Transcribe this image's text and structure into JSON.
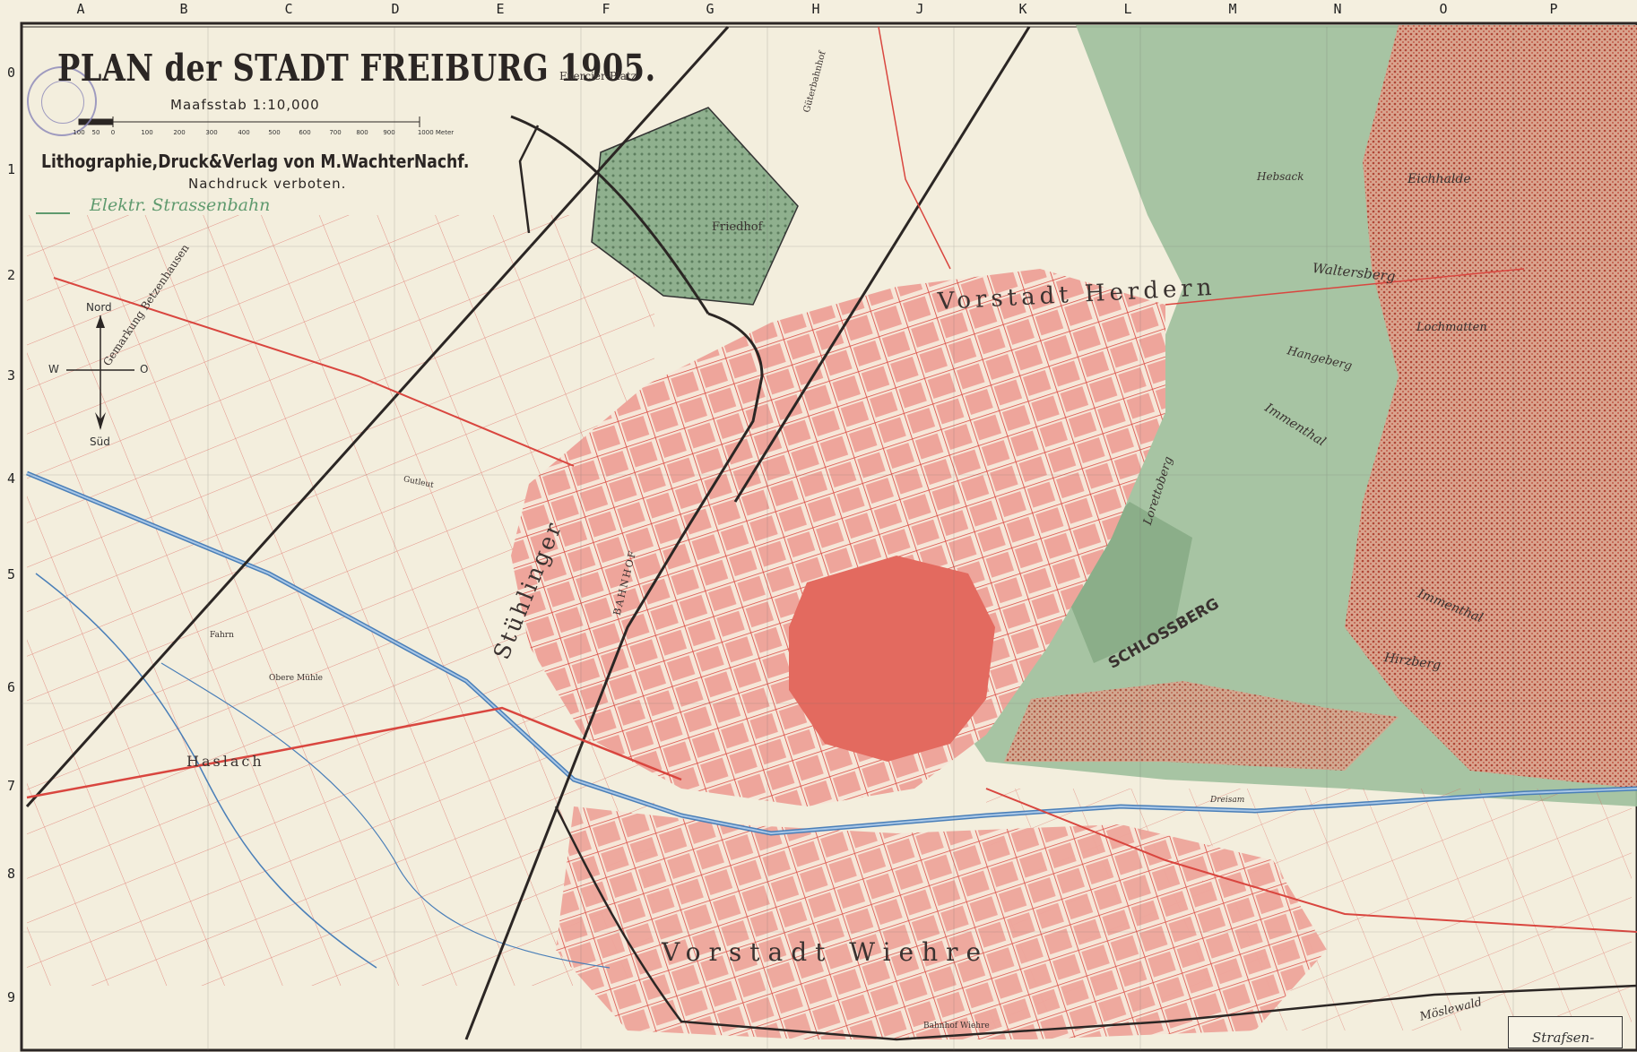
{
  "grid": {
    "columns": [
      "A",
      "B",
      "C",
      "D",
      "E",
      "F",
      "G",
      "H",
      "J",
      "K",
      "L",
      "M",
      "N",
      "O",
      "P"
    ],
    "rows": [
      "0",
      "1",
      "2",
      "3",
      "4",
      "5",
      "6",
      "7",
      "8",
      "9"
    ]
  },
  "title": "PLAN der STADT FREIBURG 1905.",
  "scale": {
    "text": "Maafsstab 1:10,000",
    "ticks": [
      "100",
      "50",
      "0",
      "100",
      "200",
      "300",
      "400",
      "500",
      "600",
      "700",
      "800",
      "900",
      "1000 Meter"
    ]
  },
  "publisher": "Lithographie,Druck&Verlag von M.WachterNachf.",
  "notice": "Nachdruck verboten.",
  "legend_tram": "Elektr. Strassenbahn",
  "compass": {
    "north": "Nord",
    "west": "W",
    "east": "O",
    "south": "Süd"
  },
  "places": {
    "herdern": "Vorstadt Herdern",
    "wiehre": "Vorstadt Wiehre",
    "stuehlinger": "Stühlinger",
    "haslach": "Haslach",
    "schlossberg": "SCHLOSSBERG",
    "friedhof": "Friedhof",
    "exercierplatz": "Exercier-Platz",
    "waltersberg": "Waltersberg",
    "eichhalde": "Eichhalde",
    "hebsack": "Hebsack",
    "lochmatten": "Lochmatten",
    "hangeberg": "Hangeberg",
    "immenthal_north": "Immenthal",
    "immenthal_south": "Immenthal",
    "hirzberg": "Hirzberg",
    "lorettoberg": "Lorettoberg",
    "gemarkung": "Gemarkung Betzenhausen",
    "bahnhof": "BAHNHOF",
    "gueterbahnhof": "Güterbahnhof",
    "dreisam": "Dreisam",
    "mooswald": "Möslewald",
    "fahrn": "Fahrn",
    "obere_muehle": "Obere Mühle",
    "gutleut": "Gutleut",
    "haltestelle": "Bahnhof Wiehre"
  },
  "corner_note": "Strafsen-",
  "colors": {
    "paper": "#f4efdf",
    "streets": "#d9463f",
    "blocks": "#e88a82",
    "forest": "#c05848",
    "hills": "#8fb08e",
    "river": "#4a7fb8",
    "railway": "#2b2624"
  }
}
